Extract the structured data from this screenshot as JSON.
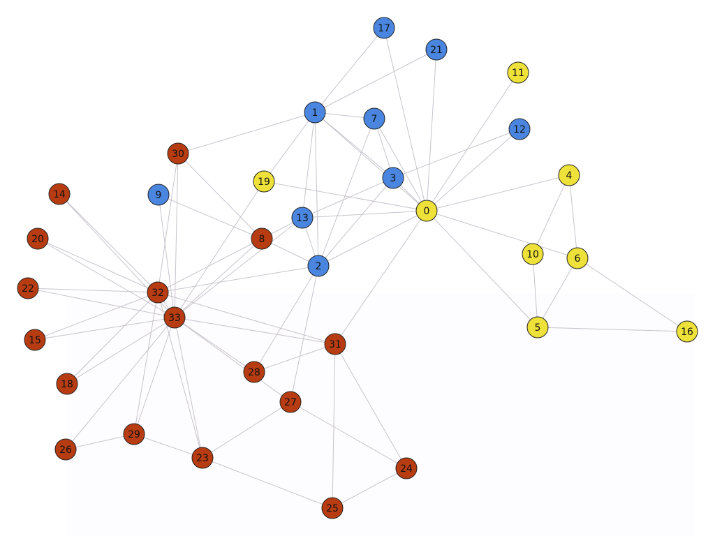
{
  "graph": {
    "colors": {
      "yellow": "#ede13a",
      "blue": "#4a86e0",
      "red": "#b83c12",
      "edge": "#c7c3cc",
      "node_stroke": "#222222"
    },
    "nodes": [
      {
        "id": "0",
        "group": "yellow"
      },
      {
        "id": "1",
        "group": "blue"
      },
      {
        "id": "2",
        "group": "blue"
      },
      {
        "id": "3",
        "group": "blue"
      },
      {
        "id": "4",
        "group": "yellow"
      },
      {
        "id": "5",
        "group": "yellow"
      },
      {
        "id": "6",
        "group": "yellow"
      },
      {
        "id": "7",
        "group": "blue"
      },
      {
        "id": "8",
        "group": "red"
      },
      {
        "id": "9",
        "group": "blue"
      },
      {
        "id": "10",
        "group": "yellow"
      },
      {
        "id": "11",
        "group": "yellow"
      },
      {
        "id": "12",
        "group": "blue"
      },
      {
        "id": "13",
        "group": "blue"
      },
      {
        "id": "14",
        "group": "red"
      },
      {
        "id": "15",
        "group": "red"
      },
      {
        "id": "16",
        "group": "yellow"
      },
      {
        "id": "17",
        "group": "blue"
      },
      {
        "id": "18",
        "group": "red"
      },
      {
        "id": "19",
        "group": "yellow"
      },
      {
        "id": "20",
        "group": "red"
      },
      {
        "id": "21",
        "group": "blue"
      },
      {
        "id": "22",
        "group": "red"
      },
      {
        "id": "23",
        "group": "red"
      },
      {
        "id": "24",
        "group": "red"
      },
      {
        "id": "25",
        "group": "red"
      },
      {
        "id": "26",
        "group": "red"
      },
      {
        "id": "27",
        "group": "red"
      },
      {
        "id": "28",
        "group": "red"
      },
      {
        "id": "29",
        "group": "red"
      },
      {
        "id": "30",
        "group": "red"
      },
      {
        "id": "31",
        "group": "red"
      },
      {
        "id": "32",
        "group": "red"
      },
      {
        "id": "33",
        "group": "red"
      }
    ],
    "edges": [
      [
        "0",
        "1"
      ],
      [
        "0",
        "2"
      ],
      [
        "0",
        "3"
      ],
      [
        "0",
        "4"
      ],
      [
        "0",
        "5"
      ],
      [
        "0",
        "6"
      ],
      [
        "0",
        "7"
      ],
      [
        "0",
        "11"
      ],
      [
        "0",
        "12"
      ],
      [
        "0",
        "13"
      ],
      [
        "0",
        "17"
      ],
      [
        "0",
        "19"
      ],
      [
        "0",
        "21"
      ],
      [
        "0",
        "31"
      ],
      [
        "1",
        "2"
      ],
      [
        "1",
        "3"
      ],
      [
        "1",
        "7"
      ],
      [
        "1",
        "13"
      ],
      [
        "1",
        "17"
      ],
      [
        "1",
        "19"
      ],
      [
        "1",
        "21"
      ],
      [
        "1",
        "30"
      ],
      [
        "2",
        "3"
      ],
      [
        "2",
        "7"
      ],
      [
        "2",
        "8"
      ],
      [
        "2",
        "13"
      ],
      [
        "2",
        "27"
      ],
      [
        "2",
        "28"
      ],
      [
        "2",
        "32"
      ],
      [
        "3",
        "7"
      ],
      [
        "3",
        "12"
      ],
      [
        "3",
        "13"
      ],
      [
        "4",
        "6"
      ],
      [
        "4",
        "10"
      ],
      [
        "5",
        "6"
      ],
      [
        "5",
        "10"
      ],
      [
        "5",
        "16"
      ],
      [
        "6",
        "16"
      ],
      [
        "8",
        "30"
      ],
      [
        "8",
        "32"
      ],
      [
        "8",
        "33"
      ],
      [
        "8",
        "13"
      ],
      [
        "9",
        "8"
      ],
      [
        "9",
        "33"
      ],
      [
        "13",
        "33"
      ],
      [
        "14",
        "32"
      ],
      [
        "14",
        "33"
      ],
      [
        "15",
        "32"
      ],
      [
        "15",
        "33"
      ],
      [
        "18",
        "32"
      ],
      [
        "18",
        "33"
      ],
      [
        "19",
        "33"
      ],
      [
        "20",
        "32"
      ],
      [
        "20",
        "33"
      ],
      [
        "22",
        "32"
      ],
      [
        "22",
        "33"
      ],
      [
        "23",
        "25"
      ],
      [
        "23",
        "27"
      ],
      [
        "23",
        "29"
      ],
      [
        "23",
        "32"
      ],
      [
        "23",
        "33"
      ],
      [
        "24",
        "25"
      ],
      [
        "24",
        "27"
      ],
      [
        "24",
        "31"
      ],
      [
        "25",
        "31"
      ],
      [
        "26",
        "29"
      ],
      [
        "26",
        "33"
      ],
      [
        "27",
        "33"
      ],
      [
        "28",
        "31"
      ],
      [
        "28",
        "33"
      ],
      [
        "29",
        "32"
      ],
      [
        "29",
        "33"
      ],
      [
        "30",
        "32"
      ],
      [
        "30",
        "33"
      ],
      [
        "31",
        "32"
      ],
      [
        "31",
        "33"
      ],
      [
        "32",
        "33"
      ]
    ]
  }
}
